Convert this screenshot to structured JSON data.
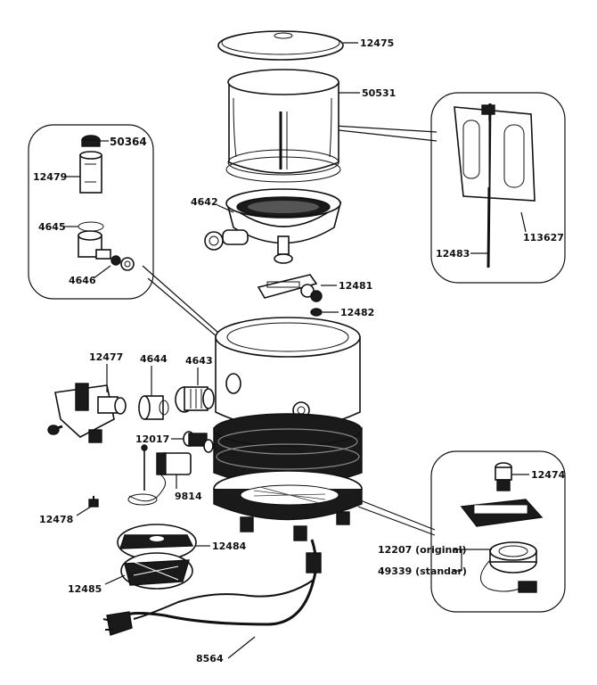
{
  "callouts": {
    "c12475": "12475",
    "c50531": "50531",
    "c50364": "50364",
    "c12479": "12479",
    "c4645": "4645",
    "c4646": "4646",
    "c4642": "4642",
    "c12481": "12481",
    "c12482": "12482",
    "c113627": "113627",
    "c12483": "12483",
    "c12477": "12477",
    "c4644": "4644",
    "c4643": "4643",
    "c12017": "12017",
    "c9814": "9814",
    "c12478": "12478",
    "c12484": "12484",
    "c12485": "12485",
    "c8564": "8564",
    "c12474": "12474",
    "c12207": "12207 (original)",
    "c49339": "49339 (standar)"
  }
}
